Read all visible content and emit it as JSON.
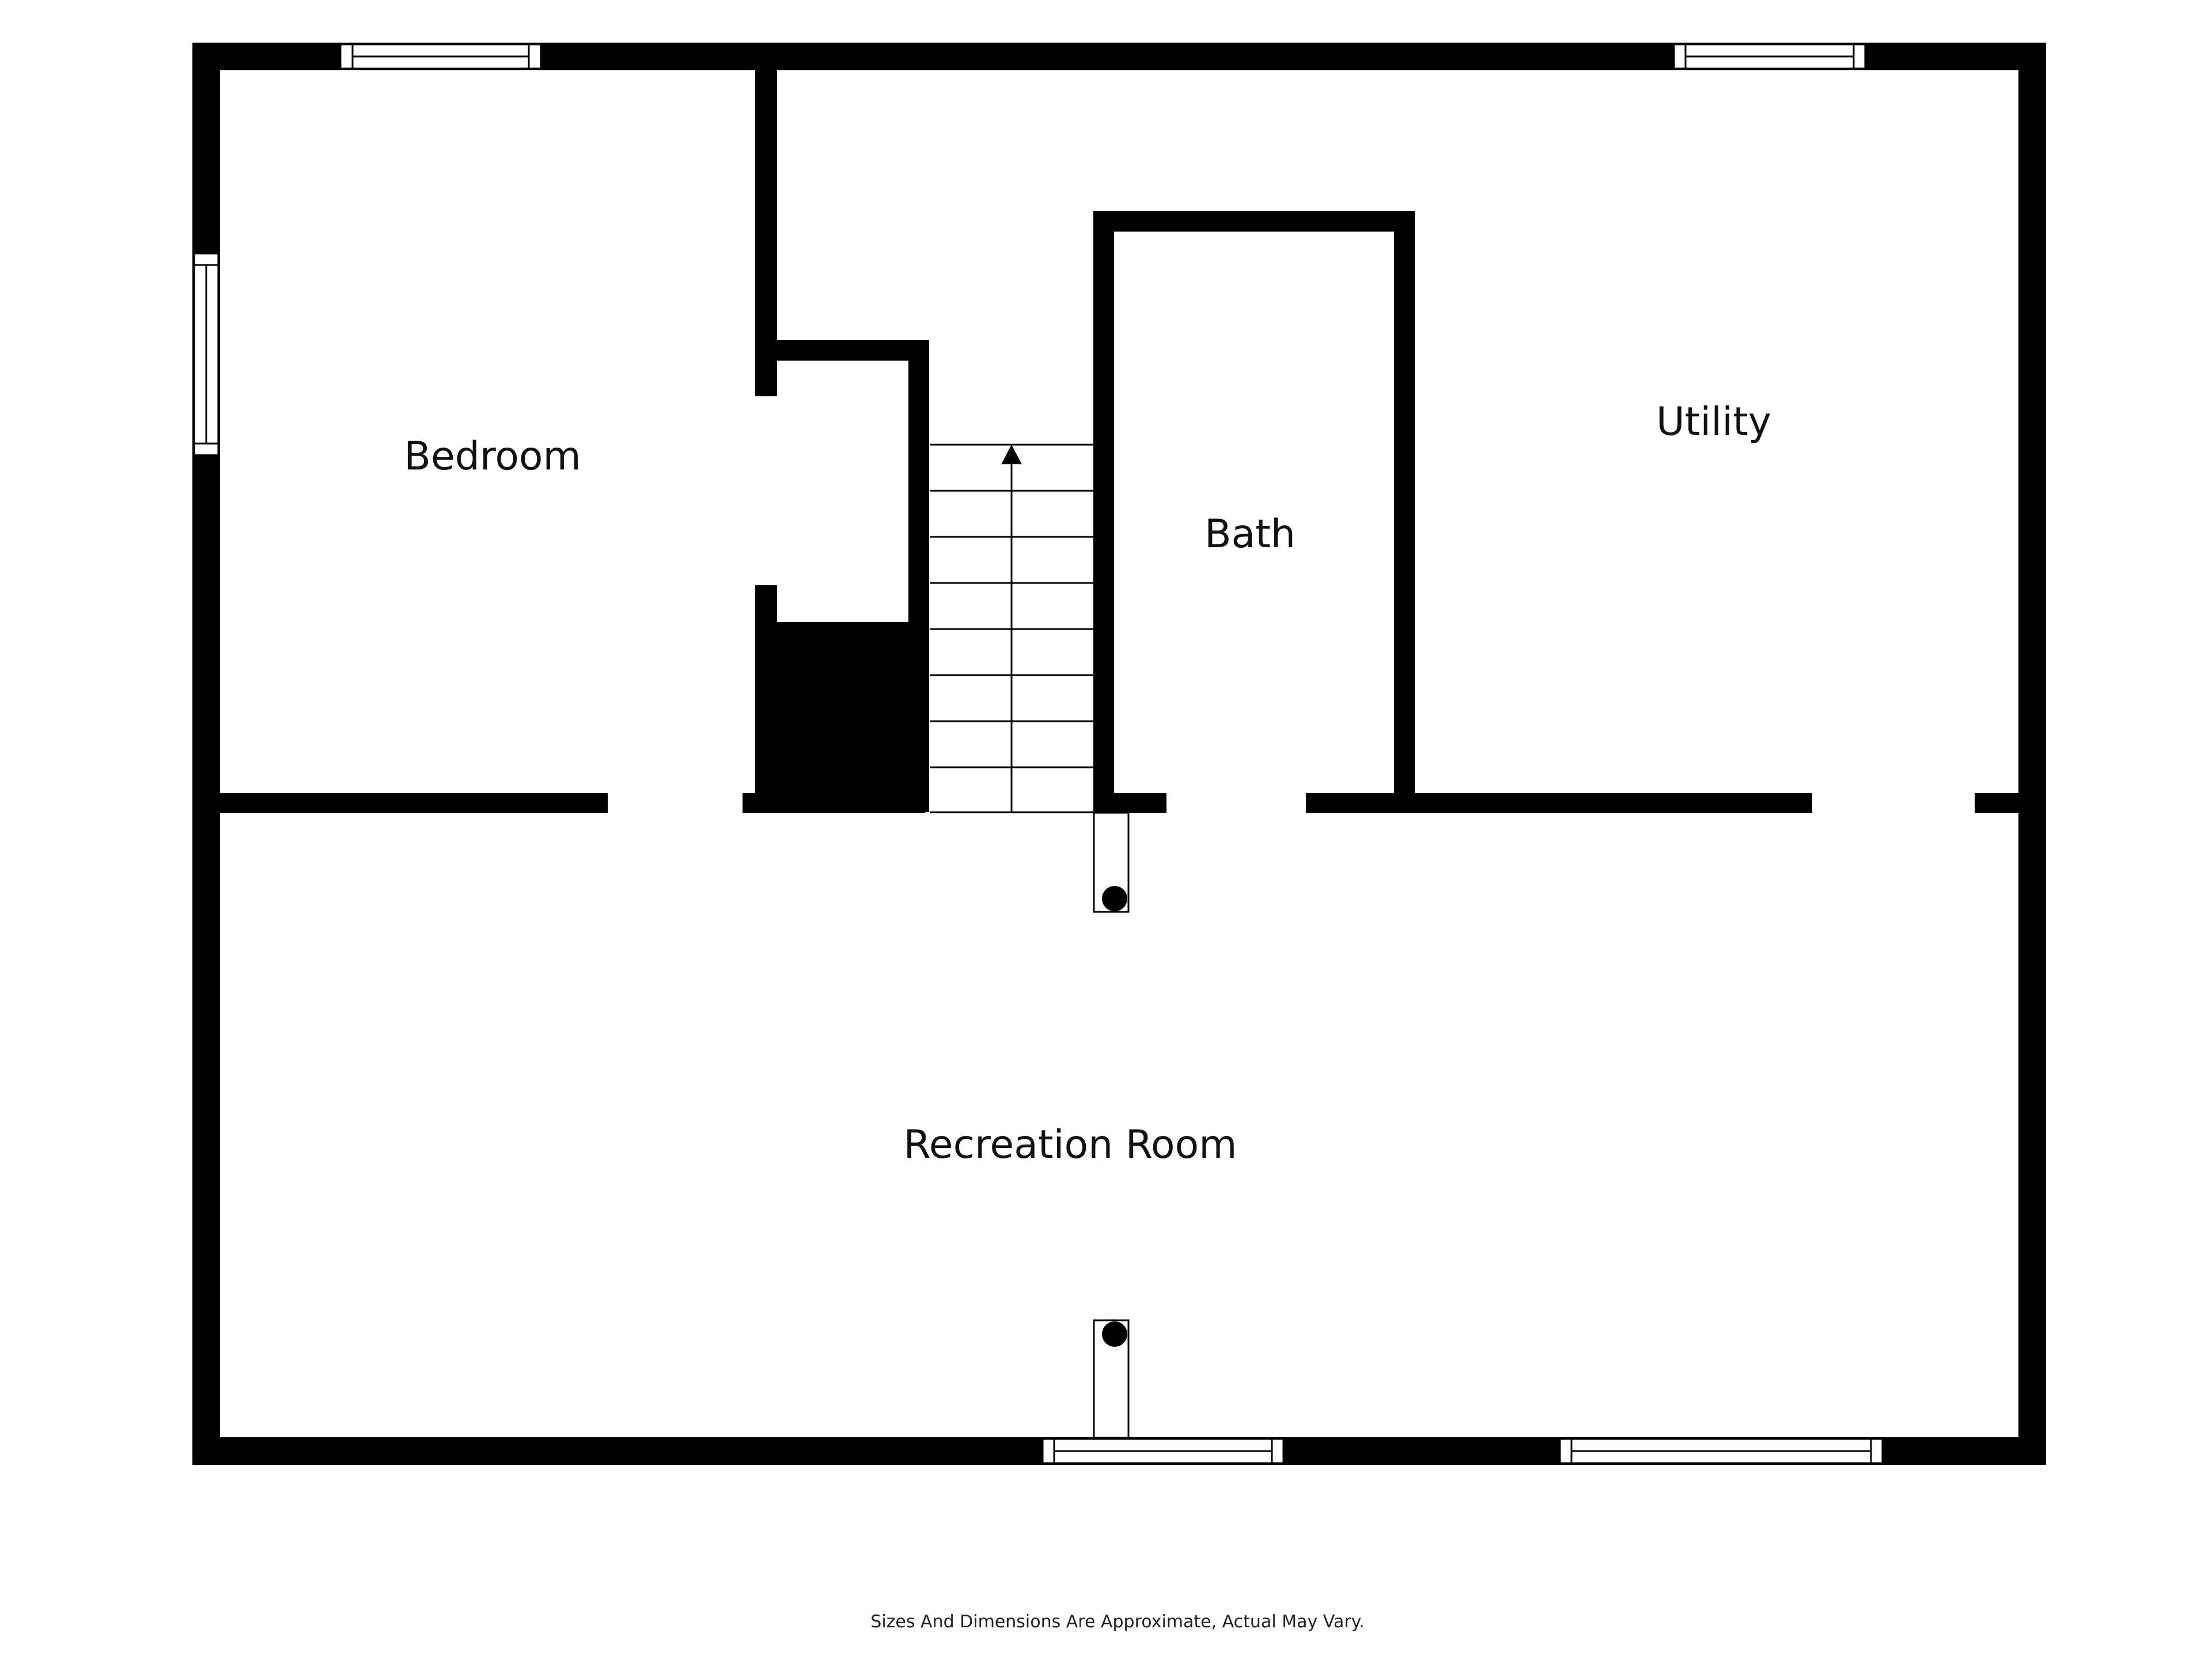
{
  "rooms": {
    "bedroom": "Bedroom",
    "bath": "Bath",
    "utility": "Utility",
    "recreation": "Recreation Room"
  },
  "disclaimer": "Sizes And Dimensions Are Approximate, Actual May Vary.",
  "colors": {
    "wall": "#000000",
    "background": "#ffffff",
    "opening": "#ffffff",
    "line": "#000000"
  }
}
